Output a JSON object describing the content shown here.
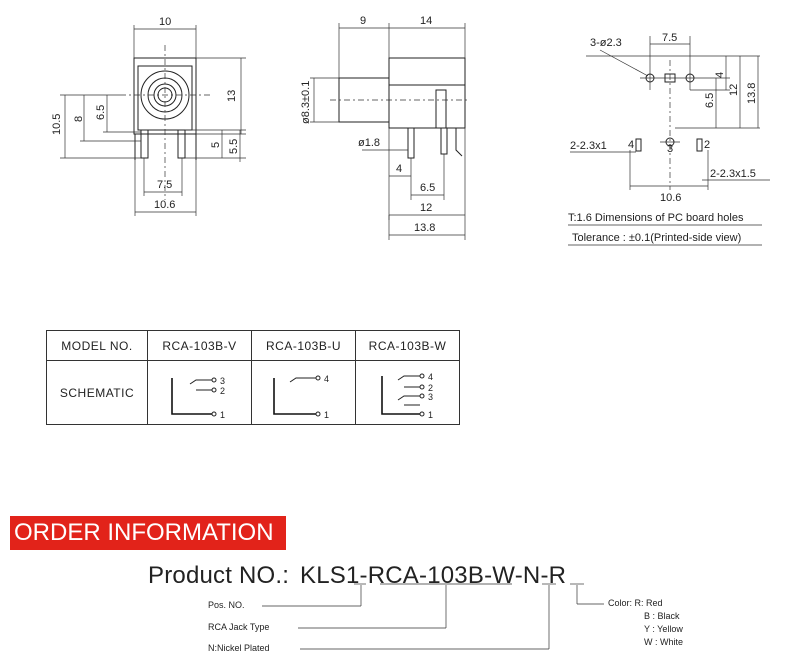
{
  "dimensions": {
    "front": {
      "width": "10",
      "height_13": "13",
      "h_10_5": "10.5",
      "h_8": "8",
      "h_6_5": "6.5",
      "h_5": "5",
      "h_5_5": "5.5",
      "pitch": "7.5",
      "base": "10.6"
    },
    "side": {
      "w9": "9",
      "w14": "14",
      "dia": "ø8.3±0.1",
      "pin": "ø1.8",
      "d4": "4",
      "d6_5": "6.5",
      "d12": "12",
      "d13_8": "13.8"
    },
    "pcb": {
      "holes": "3-ø2.3",
      "pitch": "7.5",
      "v4": "4",
      "v6_5": "6.5",
      "v12": "12",
      "v13_8": "13.8",
      "slot_a": "2-2.3x1",
      "slot_b": "2-2.3x1.5",
      "w10_6": "10.6",
      "pin4": "4",
      "pin2": "2",
      "pin3": "3",
      "note_thickness": "T:1.6  Dimensions of PC board holes",
      "note_tolerance": "Tolerance : ±0.1(Printed-side view)"
    }
  },
  "table": {
    "model_label": "MODEL NO.",
    "schematic_label": "SCHEMATIC",
    "models": [
      "RCA-103B-V",
      "RCA-103B-U",
      "RCA-103B-W"
    ],
    "schem_v": [
      "3",
      "2",
      "1"
    ],
    "schem_u": [
      "4",
      "1"
    ],
    "schem_w": [
      "4",
      "2",
      "3",
      "1"
    ]
  },
  "order": {
    "banner": "ORDER INFORMATION",
    "product_label": "Product NO.:",
    "code_kls": "KLS",
    "code_1": "1",
    "code_dash1": "-",
    "code_type": "RCA-103B",
    "code_dash2": "-",
    "code_w": "W",
    "code_dash3": "-",
    "code_n": "N",
    "code_dash4": "-",
    "code_r": "R",
    "fields": {
      "pos": "Pos. NO.",
      "type": "RCA Jack Type",
      "plating": "N:Nickel Plated"
    },
    "color_label": "Color: R: Red",
    "colors": [
      "B : Black",
      "Y : Yellow",
      "W : White"
    ]
  },
  "colors": {
    "banner": "#e2231a",
    "ink": "#222222"
  }
}
